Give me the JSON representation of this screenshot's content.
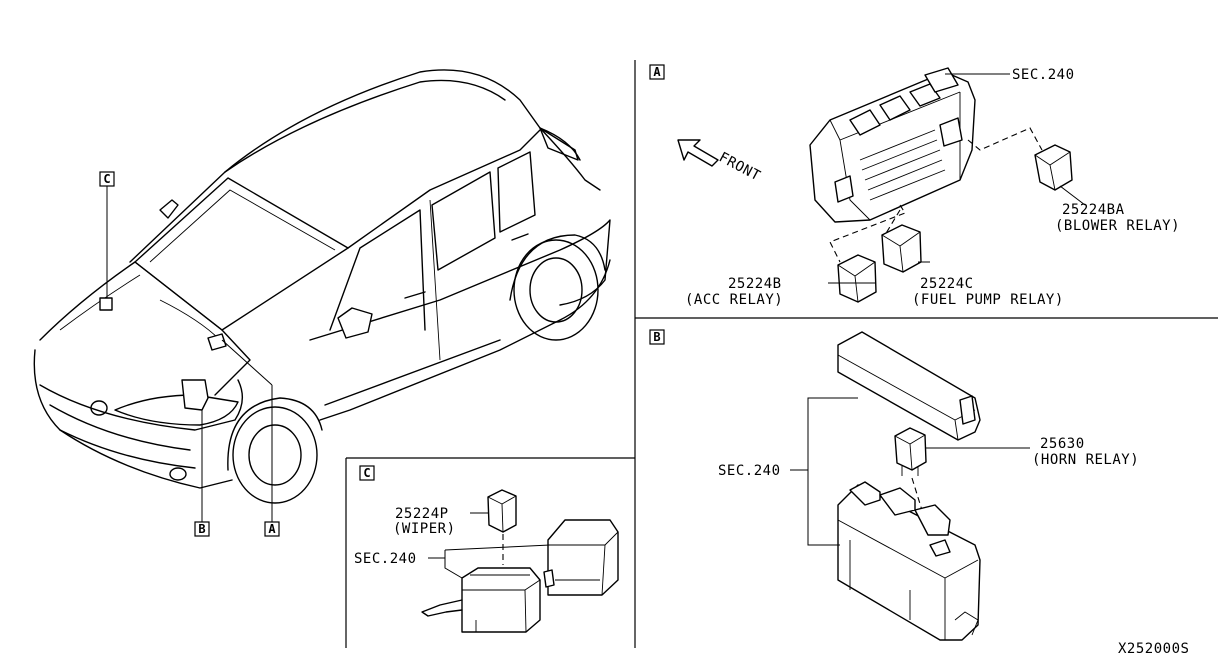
{
  "sections": {
    "a": {
      "letter": "A"
    },
    "b": {
      "letter": "B"
    },
    "c": {
      "letter": "C"
    }
  },
  "car_callouts": {
    "a": "A",
    "b": "B",
    "c": "C"
  },
  "panel_a": {
    "sec_label": "SEC.240",
    "front_label": "FRONT",
    "blower": {
      "part": "25224BA",
      "name": "(BLOWER RELAY)"
    },
    "acc": {
      "part": "25224B",
      "name": "(ACC RELAY)"
    },
    "fuel": {
      "part": "25224C",
      "name": "(FUEL PUMP RELAY)"
    }
  },
  "panel_b": {
    "sec_label": "SEC.240",
    "horn": {
      "part": "25630",
      "name": "(HORN RELAY)"
    }
  },
  "panel_c": {
    "sec_label": "SEC.240",
    "wiper": {
      "part": "25224P",
      "name": "(WIPER)"
    }
  },
  "diagram_code": "X252000S"
}
